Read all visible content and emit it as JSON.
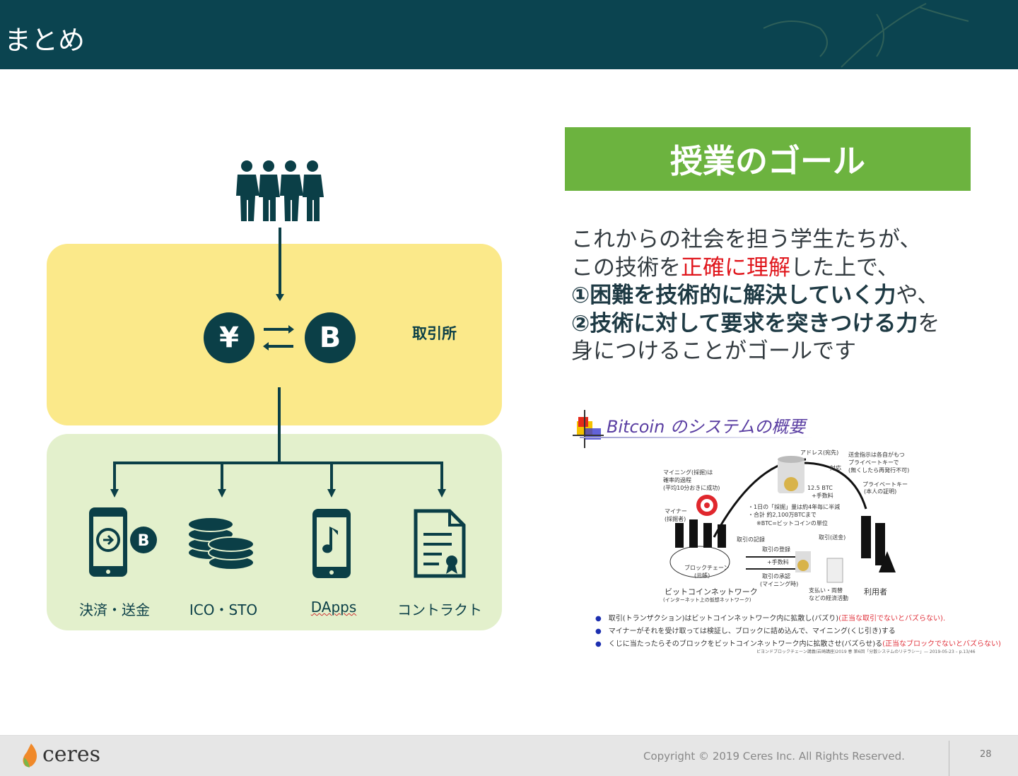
{
  "header": {
    "title": "まとめ"
  },
  "left": {
    "exchange_label": "取引所",
    "yen_symbol": "¥",
    "btc_symbol": "B",
    "uses": [
      {
        "label": "決済・送金"
      },
      {
        "label": "ICO・STO"
      },
      {
        "label": "DApps"
      },
      {
        "label": "コントラクト"
      }
    ]
  },
  "right": {
    "banner": "授業のゴール",
    "goal": {
      "l1": "これからの社会を担う学生たちが、",
      "l2a": "この技術を",
      "l2red": "正確に理解",
      "l2b": "した上で、",
      "l3bold": "①困難を技術的に解決していく力",
      "l3": "や、",
      "l4bold": "②技術に対して要求を突きつける力",
      "l4": "を",
      "l5": "身につけることがゴールです"
    },
    "diagram_title": "Bitcoin のシステムの概要",
    "diagram": {
      "address": "アドレス(宛先)",
      "key_note1": "送金指示は各自がもつ",
      "key_note2": "プライベートキーで",
      "key_note3": "(無くしたら再発行不可)",
      "private_key": "プライベートキー",
      "private_key2": "(本人の証明)",
      "taio": "対応",
      "mining1": "マイニング(採掘)は",
      "mining2": "確率的過程",
      "mining3": "(平均10分おきに成功)",
      "miner": "マイナー",
      "miner2": "(採掘者)",
      "reward": "12.5 BTC",
      "fee": "+手数料",
      "halving": "・1日の「採掘」量は約4年毎に半減",
      "total": "・合計 約2,100万BTCまで",
      "unit": "※BTC=ビットコインの単位",
      "record": "取引の記録",
      "send": "取引(送金)",
      "register": "取引の登録",
      "register_fee": "+手数料",
      "approve": "取引の承認",
      "approve2": "(マイニング時)",
      "blockchain": "ブロックチェーン",
      "ledger": "(元帳)",
      "network": "ビットコインネットワーク",
      "network2": "(インターネット上の仮想ネットワーク)",
      "payment": "支払い・両替",
      "payment2": "などの経済活動",
      "users": "利用者"
    },
    "bullets": [
      {
        "text": "取引(トランザクション)はビットコインネットワーク内に拡散し(バズり)",
        "red": "(正当な取引でないとバズらない)."
      },
      {
        "text": "マイナーがそれを受け取っては検証し、ブロックに詰め込んで、マイニング(くじ引き)する",
        "red": ""
      },
      {
        "text": "くじに当たったらそのブロックをビットコインネットワーク内に拡散させ(バズらせ)る",
        "red": "(正当なブロックでないとバズらない)"
      }
    ],
    "citation": "ビヨンドブロックチェーン講義(岩崎講座)2019 春 第6回「分散システムのリテラシー」— 2019-05-23 – p.13/46"
  },
  "footer": {
    "logo": "ceres",
    "copyright": "Copyright © 2019 Ceres Inc. All Rights Reserved.",
    "page": "28"
  },
  "colors": {
    "header": "#0b4450",
    "banner": "#6cb33f",
    "exchange": "#fbe98a",
    "uses": "#e3f0cc",
    "icon": "#0b3f47",
    "red": "#e0161c"
  }
}
